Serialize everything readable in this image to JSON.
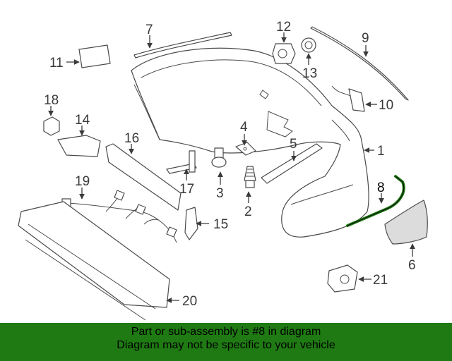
{
  "callouts": {
    "c1": "1",
    "c2": "2",
    "c3": "3",
    "c4": "4",
    "c5": "5",
    "c6": "6",
    "c7": "7",
    "c8": "8",
    "c9": "9",
    "c10": "10",
    "c11": "11",
    "c12": "12",
    "c13": "13",
    "c14": "14",
    "c15": "15",
    "c16": "16",
    "c17": "17",
    "c18": "18",
    "c19": "19",
    "c20": "20",
    "c21": "21"
  },
  "highlight": {
    "part": "8",
    "color": "#1f7a13"
  },
  "banner": {
    "line1": "Part or sub-assembly is #8 in diagram",
    "line2": "Diagram may not be specific to your vehicle",
    "background": "#1f7a13"
  }
}
